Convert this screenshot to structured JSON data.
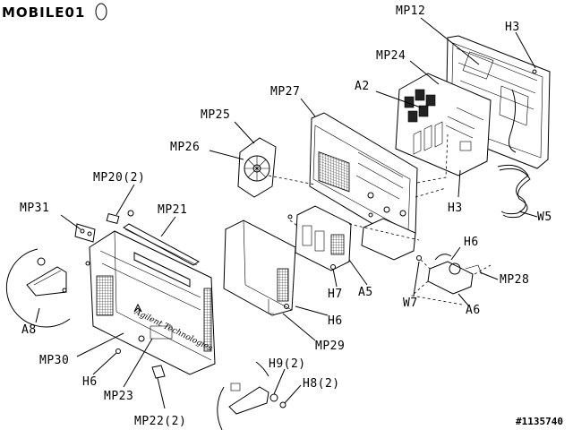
{
  "watermark": {
    "text": "MOBILE01"
  },
  "image_id": "#1135740",
  "brand_text": "Agilent Technologies",
  "labels": [
    {
      "key": "MP12",
      "text": "MP12"
    },
    {
      "key": "H3_top",
      "text": "H3"
    },
    {
      "key": "MP24",
      "text": "MP24"
    },
    {
      "key": "A2",
      "text": "A2"
    },
    {
      "key": "MP27",
      "text": "MP27"
    },
    {
      "key": "MP25",
      "text": "MP25"
    },
    {
      "key": "MP26",
      "text": "MP26"
    },
    {
      "key": "MP20",
      "text": "MP20(2)"
    },
    {
      "key": "MP31",
      "text": "MP31"
    },
    {
      "key": "MP21",
      "text": "MP21"
    },
    {
      "key": "H3_mid",
      "text": "H3"
    },
    {
      "key": "W5",
      "text": "W5"
    },
    {
      "key": "H6_right",
      "text": "H6"
    },
    {
      "key": "MP28",
      "text": "MP28"
    },
    {
      "key": "H7",
      "text": "H7"
    },
    {
      "key": "A5",
      "text": "A5"
    },
    {
      "key": "W7",
      "text": "W7"
    },
    {
      "key": "A6",
      "text": "A6"
    },
    {
      "key": "A8",
      "text": "A8"
    },
    {
      "key": "H6_mid",
      "text": "H6"
    },
    {
      "key": "MP29",
      "text": "MP29"
    },
    {
      "key": "MP30",
      "text": "MP30"
    },
    {
      "key": "H6_left",
      "text": "H6"
    },
    {
      "key": "MP23",
      "text": "MP23"
    },
    {
      "key": "H9",
      "text": "H9(2)"
    },
    {
      "key": "H8",
      "text": "H8(2)"
    },
    {
      "key": "MP22",
      "text": "MP22(2)"
    }
  ]
}
